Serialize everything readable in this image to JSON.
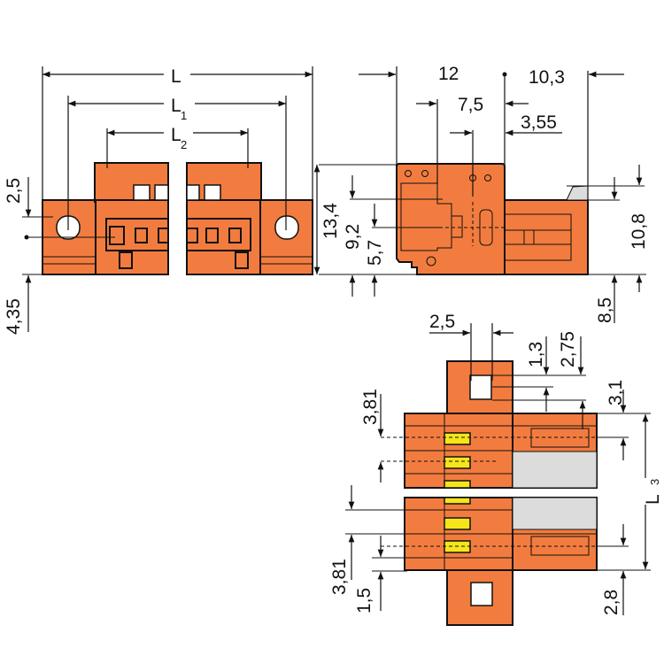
{
  "front_view": {
    "L": "L",
    "L1": "L",
    "L1_sub": "1",
    "L2": "L",
    "L2_sub": "2",
    "dim_2_5": "2,5",
    "dim_4_35": "4,35",
    "dim_13_4": "13,4"
  },
  "side_view": {
    "dim_12": "12",
    "dim_10_3": "10,3",
    "dim_7_5": "7,5",
    "dim_3_55": "3,55",
    "dim_9_2": "9,2",
    "dim_5_7": "5,7",
    "dim_10_8": "10,8",
    "dim_8_5": "8,5"
  },
  "bottom_view": {
    "dim_2_5": "2,5",
    "dim_1_3": "1,3",
    "dim_2_75": "2,75",
    "dim_3_1": "3,1",
    "dim_3_81_top": "3,81",
    "L3": "L",
    "L3_sub": "3",
    "dim_3_81_bottom": "3,81",
    "dim_1_5": "1,5",
    "dim_2_8": "2,8"
  },
  "colors": {
    "body": "#f27c3f",
    "contact": "#f5e51a",
    "grey": "#dcdcdc"
  }
}
